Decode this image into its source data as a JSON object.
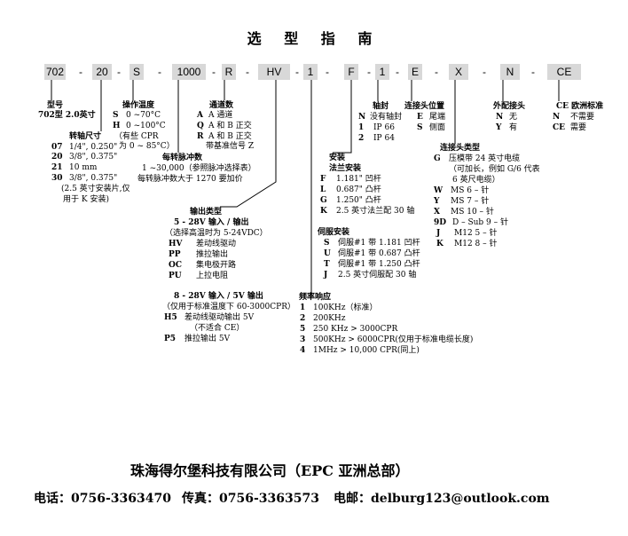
{
  "title": "选 型 指 南",
  "code_segments": [
    "702",
    "20",
    "S",
    "1000",
    "R",
    "HV",
    "1",
    "F",
    "1",
    "E",
    "X",
    "N",
    "CE"
  ],
  "separator": "-",
  "model": {
    "header": "型号",
    "line1": "702型 2.0英寸"
  },
  "shaft": {
    "header": "转轴尺寸",
    "rows": [
      {
        "code": "07",
        "text": "1/4\", 0.250\""
      },
      {
        "code": "20",
        "text": "3/8\", 0.375\""
      },
      {
        "code": "21",
        "text": "10 mm"
      },
      {
        "code": "30",
        "text": "3/8\", 0.375\""
      }
    ],
    "note1": "(2.5 英寸安装片,仅",
    "note2": "用于 K 安装)"
  },
  "temp": {
    "header": "操作温度",
    "rows": [
      {
        "code": "S",
        "text": "0 ~70°C"
      },
      {
        "code": "H",
        "text": "0 ~100°C"
      }
    ],
    "note1": "（有些 CPR",
    "note2": "为 0 ~ 85°C）"
  },
  "channel": {
    "header": "通道数",
    "rows": [
      {
        "code": "A",
        "text": "A 通道"
      },
      {
        "code": "Q",
        "text": "A 和 B 正交"
      },
      {
        "code": "R",
        "text": "A 和 B 正交"
      }
    ],
    "note": "带基准信号 Z"
  },
  "ppr": {
    "header": "每转脉冲数",
    "line1": "1 ~30,000（参照脉冲选择表）",
    "line2": "每转脉冲数大于 1270 要加价"
  },
  "output": {
    "header": "输出类型",
    "sub1": "5 - 28V 输入 / 输出",
    "sub1_note": "（选择高温时为 5-24VDC）",
    "rows1": [
      {
        "code": "HV",
        "text": "差动线驱动"
      },
      {
        "code": "PP",
        "text": "推拉输出"
      },
      {
        "code": "OC",
        "text": "集电极开路"
      },
      {
        "code": "PU",
        "text": "上拉电阻"
      }
    ],
    "sub2": "8 - 28V 输入 / 5V 输出",
    "sub2_note": "（仅用于标准温度下 60-3000CPR）",
    "rows2": [
      {
        "code": "H5",
        "text": "差动线驱动输出 5V"
      },
      {
        "code": "",
        "text": "（不适合 CE）"
      },
      {
        "code": "P5",
        "text": "推拉输出 5V"
      }
    ]
  },
  "freq": {
    "header": "频率响应",
    "rows": [
      {
        "code": "1",
        "text": "100KHz（标准）"
      },
      {
        "code": "2",
        "text": "200KHz"
      },
      {
        "code": "5",
        "text": "250 KHz > 3000CPR"
      },
      {
        "code": "3",
        "text": "500KHz > 6000CPR(仅用于标准电缆长度)"
      },
      {
        "code": "4",
        "text": "1MHz > 10,000 CPR(同上)"
      }
    ]
  },
  "mount": {
    "header1": "安装",
    "header2": "法兰安装",
    "rows": [
      {
        "code": "F",
        "text": "1.181\" 凹杆"
      },
      {
        "code": "L",
        "text": "0.687\" 凸杆"
      },
      {
        "code": "G",
        "text": "1.250\" 凸杆"
      },
      {
        "code": "K",
        "text": "2.5 英寸法兰配 30 轴"
      }
    ],
    "servo_header": "伺服安装",
    "servo_rows": [
      {
        "code": "S",
        "text": "伺服#1 带 1.181 凹杆"
      },
      {
        "code": "U",
        "text": "伺服#1 带 0.687 凸杆"
      },
      {
        "code": "T",
        "text": "伺服#1 带 1.250 凸杆"
      },
      {
        "code": "J",
        "text": "2.5 英寸伺服配 30 轴"
      }
    ]
  },
  "seal": {
    "header": "轴封",
    "rows": [
      {
        "code": "N",
        "text": "没有轴封"
      },
      {
        "code": "1",
        "text": "IP 66"
      },
      {
        "code": "2",
        "text": "IP 64"
      }
    ]
  },
  "conn_pos": {
    "header": "连接头位置",
    "rows": [
      {
        "code": "E",
        "text": "尾端"
      },
      {
        "code": "S",
        "text": "侧面"
      }
    ]
  },
  "conn_type": {
    "header": "连接头类型",
    "rows": [
      {
        "code": "G",
        "text": "压模带 24 英寸电缆"
      },
      {
        "code": "",
        "text": "（可加长，例如 G/6 代表"
      },
      {
        "code": "",
        "text": "6 英尺电缆）"
      },
      {
        "code": "W",
        "text": "MS 6 – 针"
      },
      {
        "code": "Y",
        "text": "MS 7 – 针"
      },
      {
        "code": "X",
        "text": "MS 10 – 针"
      },
      {
        "code": "9D",
        "text": "D – Sub   9 – 针"
      },
      {
        "code": "J",
        "text": "M12   5 – 针"
      },
      {
        "code": "K",
        "text": "M12   8 – 针"
      }
    ]
  },
  "mating": {
    "header": "外配接头",
    "rows": [
      {
        "code": "N",
        "text": "无"
      },
      {
        "code": "Y",
        "text": "有"
      }
    ]
  },
  "ce": {
    "header": "CE 欧洲标准",
    "rows": [
      {
        "code": "N",
        "text": "不需要"
      },
      {
        "code": "CE",
        "text": "需要"
      }
    ]
  },
  "footer": {
    "company": "珠海得尔堡科技有限公司（EPC 亚洲总部）",
    "phone": "电话：0756-3363470",
    "fax": "传真：0756-3363573",
    "email": "电邮：delburg123@outlook.com"
  }
}
